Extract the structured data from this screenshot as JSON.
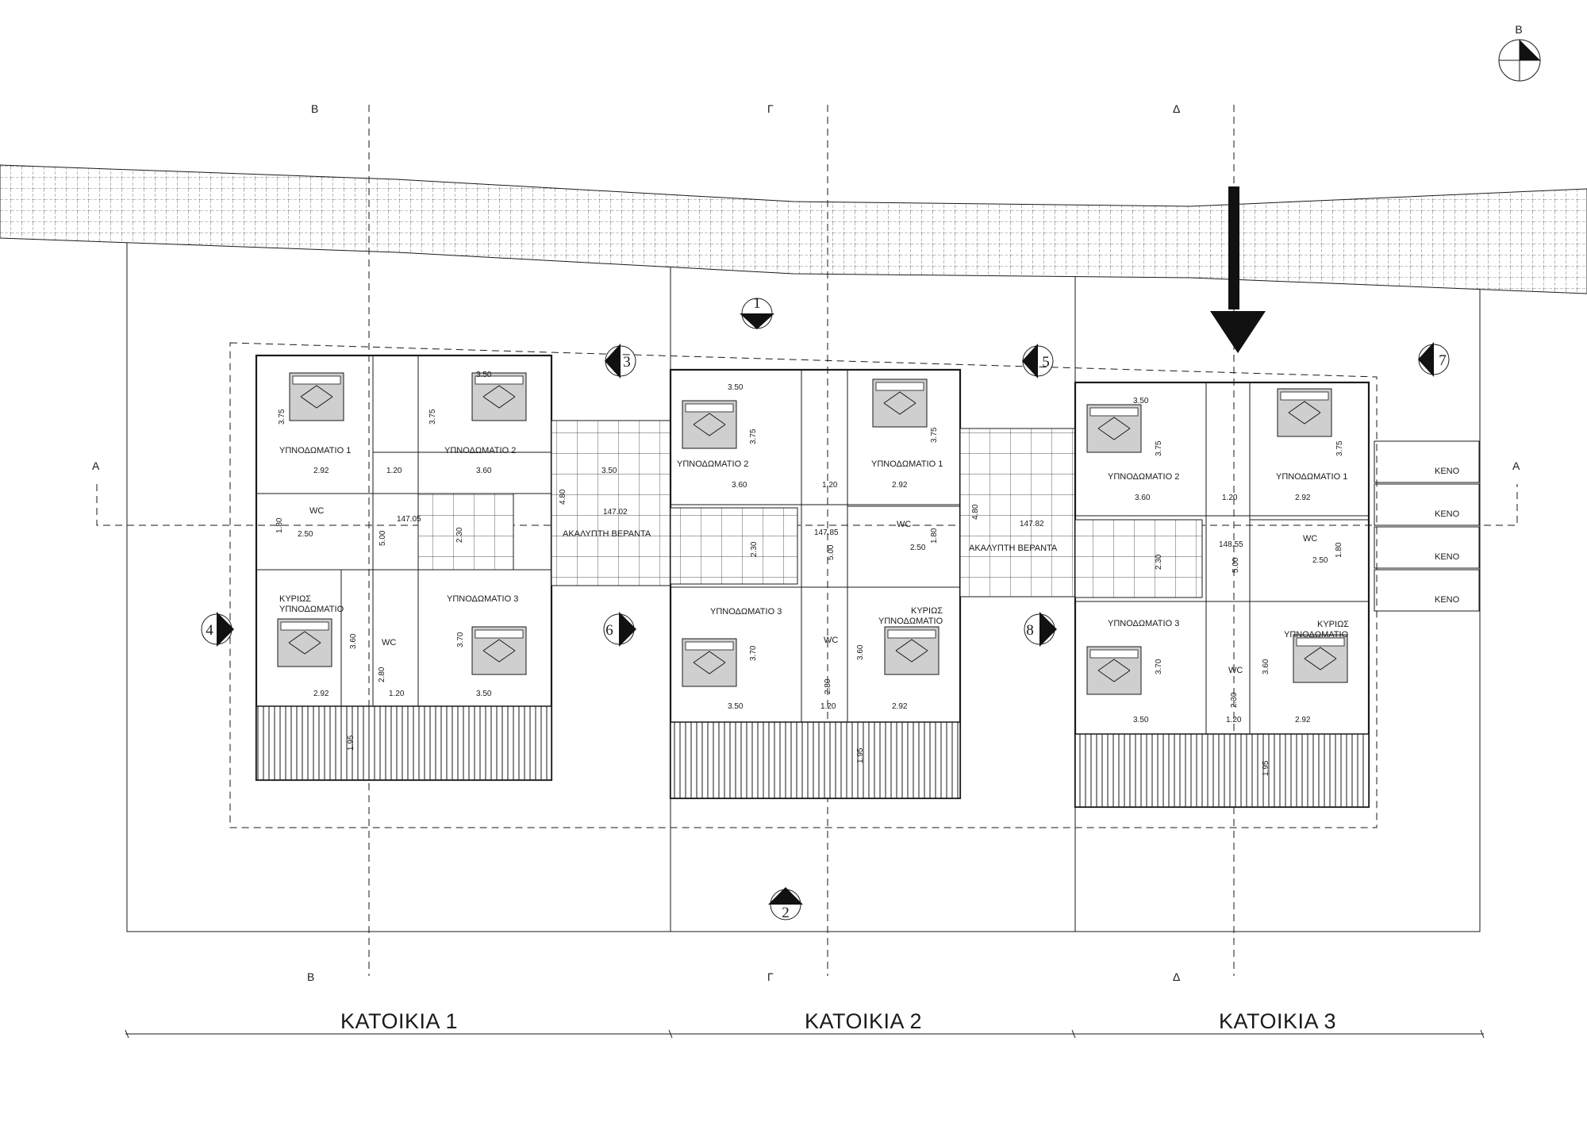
{
  "north_arrow": {
    "label": "Β"
  },
  "sections": {
    "A": "Α",
    "B": "Β",
    "G": "Γ",
    "D": "Δ"
  },
  "elevation_markers": [
    "1",
    "2",
    "3",
    "4",
    "5",
    "6",
    "7",
    "8"
  ],
  "units": [
    {
      "title": "ΚΑΤΟΙΚΙΑ 1",
      "rooms": {
        "bedroom_1": "ΥΠΝΟΔΩΜΑΤΙΟ 1",
        "bedroom_2": "ΥΠΝΟΔΩΜΑΤΙΟ 2",
        "bedroom_3": "ΥΠΝΟΔΩΜΑΤΙΟ 3",
        "master_line1": "ΚΥΡΙΩΣ",
        "master_line2": "ΥΠΝΟΔΩΜΑΤΙΟ",
        "wc_upper": "WC",
        "wc_lower": "WC"
      },
      "level": "147.05",
      "veranda": {
        "label": "ΑΚΑΛΥΠΤΗ ΒΕΡΑΝΤΑ",
        "level": "147.02"
      },
      "dims": {
        "b1_height": "3.75",
        "b1_width": "2.92",
        "b2_top": "3.50",
        "b2_height": "3.75",
        "b2_width": "3.60",
        "corridor": "1.20",
        "veranda_width": "3.50",
        "veranda_depth": "4.80",
        "wc_height": "1.80",
        "wc_width": "2.50",
        "stair_height": "5.00",
        "stair_run": "2.30",
        "master_height": "3.60",
        "master_width": "2.92",
        "wc2_height": "2.80",
        "wc2_width": "1.20",
        "b3_height": "3.70",
        "b3_width": "3.50",
        "garden_depth": "1.95"
      }
    },
    {
      "title": "ΚΑΤΟΙΚΙΑ 2",
      "rooms": {
        "bedroom_1": "ΥΠΝΟΔΩΜΑΤΙΟ 1",
        "bedroom_2": "ΥΠΝΟΔΩΜΑΤΙΟ 2",
        "bedroom_3": "ΥΠΝΟΔΩΜΑΤΙΟ 3",
        "master_line1": "ΚΥΡΙΩΣ",
        "master_line2": "ΥΠΝΟΔΩΜΑΤΙΟ",
        "wc_upper": "WC",
        "wc_lower": "WC"
      },
      "level": "147.85",
      "veranda": {
        "label": "ΑΚΑΛΥΠΤΗ ΒΕΡΑΝΤΑ",
        "level": "147.82"
      },
      "dims": {
        "b2_top": "3.50",
        "b2_height": "3.75",
        "b2_width": "3.60",
        "b1_height": "3.75",
        "b1_width": "2.92",
        "corridor": "1.20",
        "veranda_depth": "4.80",
        "wc_height": "1.80",
        "wc_width": "2.50",
        "stair_height": "5.00",
        "stair_run": "2.30",
        "b3_height": "3.70",
        "b3_width": "3.50",
        "master_height": "3.60",
        "master_width": "2.92",
        "wc2_height": "2.80",
        "wc2_width": "1.20",
        "garden_depth": "1.95"
      }
    },
    {
      "title": "ΚΑΤΟΙΚΙΑ 3",
      "rooms": {
        "bedroom_1": "ΥΠΝΟΔΩΜΑΤΙΟ 1",
        "bedroom_2": "ΥΠΝΟΔΩΜΑΤΙΟ 2",
        "bedroom_3": "ΥΠΝΟΔΩΜΑΤΙΟ 3",
        "master_line1": "ΚΥΡΙΩΣ",
        "master_line2": "ΥΠΝΟΔΩΜΑΤΙΟ",
        "wc_upper": "WC",
        "wc_lower": "WC"
      },
      "level": "148.55",
      "void_label": "ΚΕΝΟ",
      "dims": {
        "b2_top": "3.50",
        "b2_height": "3.75",
        "b2_width": "3.60",
        "b1_height": "3.75",
        "b1_width": "2.92",
        "corridor": "1.20",
        "wc_height": "1.80",
        "wc_width": "2.50",
        "stair_height": "5.00",
        "stair_run": "2.30",
        "b3_height": "3.70",
        "b3_width": "3.50",
        "master_height": "3.60",
        "master_width": "2.92",
        "wc2_height": "2.30",
        "wc2_width": "1.20",
        "garden_depth": "1.95"
      }
    }
  ]
}
